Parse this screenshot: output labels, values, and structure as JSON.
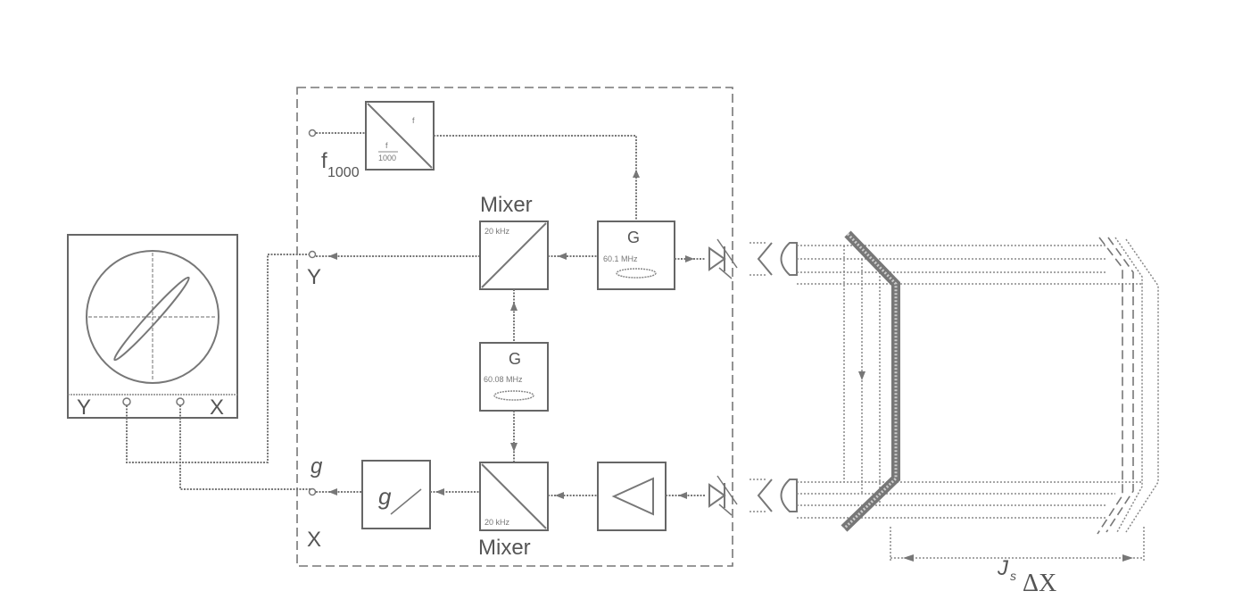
{
  "labels": {
    "mixer_top": "Mixer",
    "mixer_bottom": "Mixer",
    "y_port": "Y",
    "x_port": "X",
    "g_port": "g",
    "f_port": "f",
    "f_subscript": "1000",
    "osc_y": "Y",
    "osc_x": "X",
    "gen_top": "G",
    "gen_mid": "G",
    "amp_g": "g",
    "delta_x": "ΔX",
    "js": "J",
    "js_sub": "s"
  }
}
